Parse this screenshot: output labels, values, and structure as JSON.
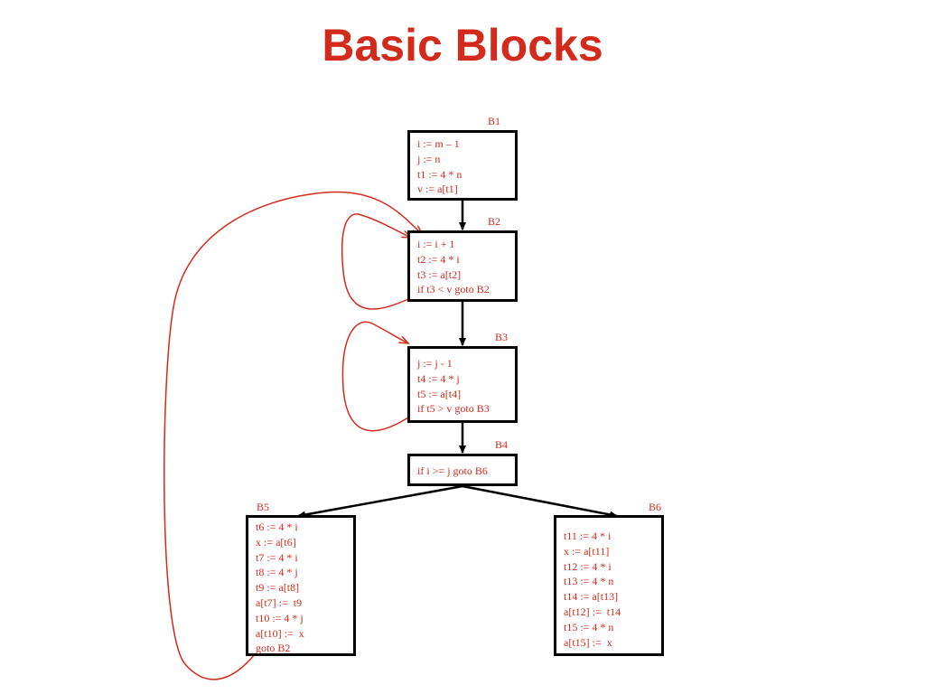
{
  "title": "Basic Blocks",
  "colors": {
    "accent": "#d42a1c",
    "edge": "#000000",
    "back_edge": "#d42a1c"
  },
  "blocks": {
    "B1": {
      "label": "B1",
      "lines": [
        "i := m – 1",
        "j := n",
        "t1 := 4 * n",
        "v := a[t1]"
      ]
    },
    "B2": {
      "label": "B2",
      "lines": [
        "i := i + 1",
        "t2 := 4 * i",
        "t3 := a[t2]",
        "if t3 < v goto B2"
      ]
    },
    "B3": {
      "label": "B3",
      "lines": [
        "j := j - 1",
        "t4 := 4 * j",
        "t5 := a[t4]",
        "if t5 > v goto B3"
      ]
    },
    "B4": {
      "label": "B4",
      "lines": [
        "if i >= j goto B6"
      ]
    },
    "B5": {
      "label": "B5",
      "lines": [
        "t6 := 4 * i",
        "x := a[t6]",
        "t7 := 4 * i",
        "t8 := 4 * j",
        "t9 := a[t8]",
        "a[t7] :=  t9",
        "t10 := 4 * j",
        "a[t10] :=  x",
        "goto B2"
      ]
    },
    "B6": {
      "label": "B6",
      "lines": [
        "t11 := 4 * i",
        "x := a[t11]",
        "t12 := 4 * i",
        "t13 := 4 * n",
        "t14 := a[t13]",
        "a[t12] :=  t14",
        "t15 := 4 * n",
        "a[t15] :=  x"
      ]
    }
  },
  "edges": [
    {
      "from": "B1",
      "to": "B2",
      "kind": "flow"
    },
    {
      "from": "B2",
      "to": "B3",
      "kind": "flow"
    },
    {
      "from": "B3",
      "to": "B4",
      "kind": "flow"
    },
    {
      "from": "B4",
      "to": "B5",
      "kind": "flow"
    },
    {
      "from": "B4",
      "to": "B6",
      "kind": "flow"
    },
    {
      "from": "B2",
      "to": "B2",
      "kind": "loop"
    },
    {
      "from": "B3",
      "to": "B3",
      "kind": "loop"
    },
    {
      "from": "B5",
      "to": "B2",
      "kind": "loop"
    }
  ]
}
